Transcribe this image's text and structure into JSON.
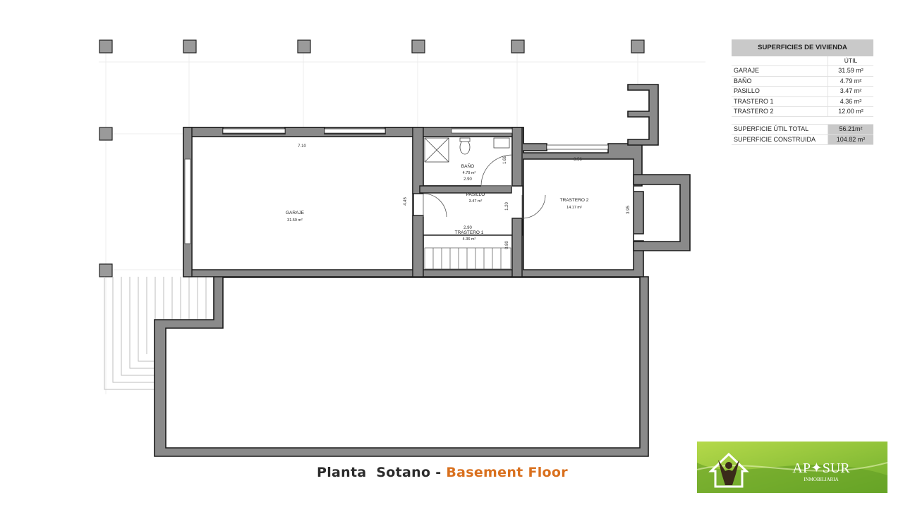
{
  "rooms": {
    "garaje": {
      "name": "GARAJE",
      "area": "31.59 m²"
    },
    "bano": {
      "name": "BAÑO",
      "area": "4.79 m²",
      "dim": "2.90"
    },
    "pasillo": {
      "name": "PASILLO",
      "area": "3.47 m²"
    },
    "trastero1": {
      "name": "TRASTERO 1",
      "area": "4.36 m²",
      "dim": "2.90"
    },
    "trastero2": {
      "name": "TRASTERO 2",
      "area": "14.17 m²"
    }
  },
  "dimensions": {
    "garaje_width": "7.10",
    "garaje_depth": "4.45",
    "trastero2_width": "3.56",
    "trastero2_depth": "3.95",
    "pasillo_width": "1.20",
    "bano_side": "1.69",
    "trastero1_side": "0.80"
  },
  "area_table": {
    "title": "SUPERFICIES DE VIVIENDA",
    "column": "ÚTIL",
    "rows": [
      {
        "name": "GARAJE",
        "value": "31.59 m²"
      },
      {
        "name": "BAÑO",
        "value": "4.79 m²"
      },
      {
        "name": "PASILLO",
        "value": "3.47 m²"
      },
      {
        "name": "TRASTERO 1",
        "value": "4.36 m²"
      },
      {
        "name": "TRASTERO 2",
        "value": "12.00 m²"
      }
    ],
    "totals": [
      {
        "name": "SUPERFICIE ÚTIL TOTAL",
        "value": "56.21m²"
      },
      {
        "name": "SUPERFICIE CONSTRUIDA",
        "value": "104.82 m²"
      }
    ]
  },
  "caption": {
    "spanish": "Planta  Sotano - ",
    "english": "Basement Floor"
  },
  "logo": {
    "brand": "AP✦SUR",
    "sub": "INMOBILIARIA"
  },
  "colors": {
    "wall": "#8a8a8a",
    "caption_accent": "#d9701e",
    "logo_green": "#8fc43a",
    "table_header": "#c9c9c9"
  }
}
